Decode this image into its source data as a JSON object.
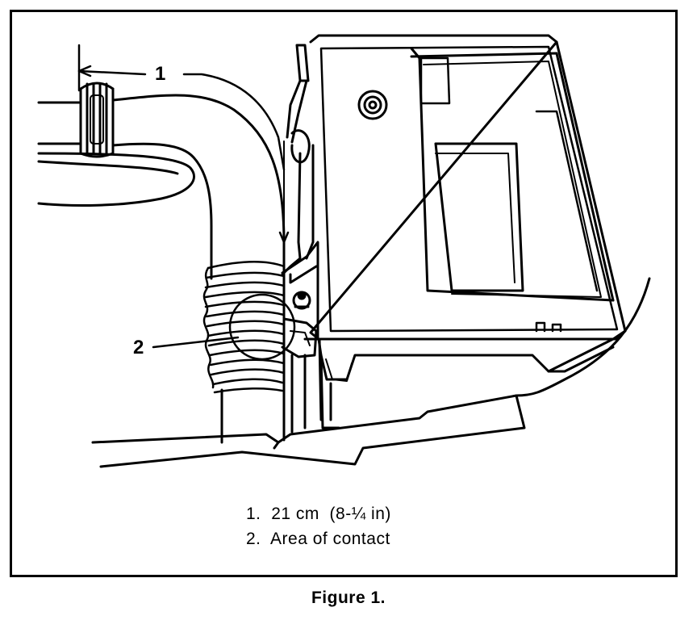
{
  "figure": {
    "callouts": [
      "1",
      "2"
    ],
    "legend": [
      {
        "number": "1.",
        "text": "21 cm  (8-¼ in)"
      },
      {
        "number": "2.",
        "text": "Area of contact"
      }
    ],
    "caption": "Figure 1."
  }
}
